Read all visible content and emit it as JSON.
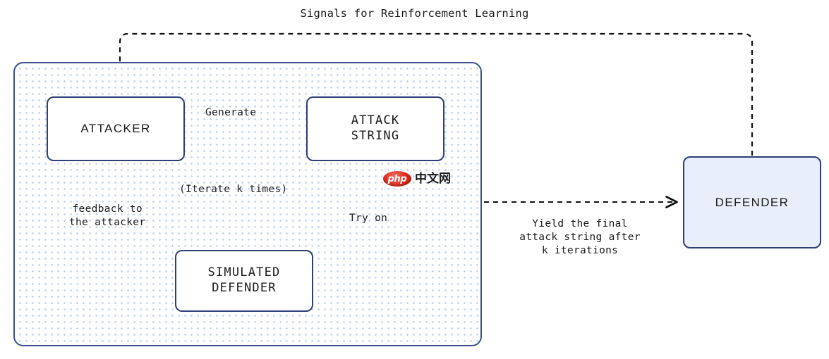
{
  "diagram": {
    "title": "Signals for Reinforcement Learning",
    "colors": {
      "container_border": "#3b4f8c",
      "container_dots": "#c3d2ef",
      "node_border": "#2d3f75",
      "defender_fill": "#e8eefa",
      "edge": "#111111",
      "text": "#1a1a1a"
    },
    "nodes": [
      {
        "id": "attacker",
        "label": "ATTACKER"
      },
      {
        "id": "attack-string",
        "label": "ATTACK\nSTRING"
      },
      {
        "id": "simulated-defender",
        "label": "SIMULATED\nDEFENDER"
      },
      {
        "id": "defender",
        "label": "DEFENDER"
      }
    ],
    "edge_labels": {
      "generate": "Generate",
      "iterate": "(Iterate k times)",
      "feedback": "feedback to\nthe attacker",
      "try_on": "Try on",
      "yield": "Yield the final\nattack string after\nk iterations"
    },
    "watermark": {
      "badge": "php",
      "text": "中文网"
    }
  }
}
